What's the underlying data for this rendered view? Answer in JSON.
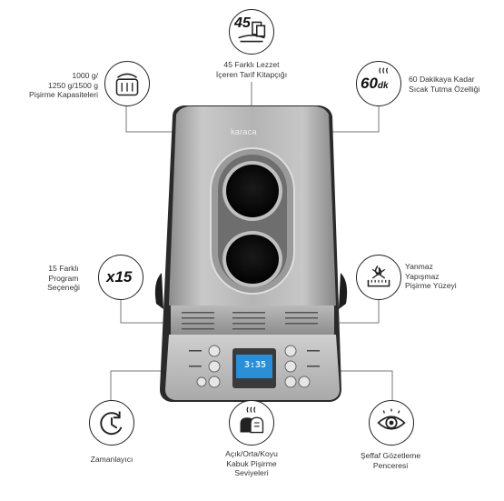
{
  "product": {
    "brand": "karaca",
    "display_value": "3:35"
  },
  "features": {
    "capacity": {
      "lines": [
        "1000 g/",
        "1250 g/1500 g",
        "Pişirme Kapasiteleri"
      ],
      "icon": "bread-pan-icon"
    },
    "recipes": {
      "badge": "45",
      "lines": [
        "45 Farklı Lezzet",
        "İçeren Tarif Kitapçığı"
      ],
      "icon": "recipe-book-icon"
    },
    "keep_warm": {
      "badge": "60",
      "badge_unit": "dk",
      "lines": [
        "60 Dakikaya Kadar",
        "Sıcak Tutma Özelliği"
      ],
      "icon": "keep-warm-icon"
    },
    "programs": {
      "badge": "x15",
      "lines": [
        "15 Farklı",
        "Program",
        "Seçeneği"
      ],
      "icon": "program-count-icon"
    },
    "nonstick": {
      "lines": [
        "Yanmaz",
        "Yapışmaz",
        "Pişirme Yüzeyi"
      ],
      "icon": "nonstick-pan-icon"
    },
    "timer": {
      "lines": [
        "Zamanlayıcı"
      ],
      "icon": "timer-icon"
    },
    "crust": {
      "lines": [
        "Açık/Orta/Koyu",
        "Kabuk Pişirme",
        "Seviyeleri"
      ],
      "icon": "crust-level-icon"
    },
    "window": {
      "lines": [
        "Şeffaf Gözetleme",
        "Penceresi"
      ],
      "icon": "eye-icon"
    }
  },
  "colors": {
    "line": "#777777",
    "icon": "#222222",
    "steel_light": "#d6d6d6",
    "steel_dark": "#8a8a8a",
    "display_blue": "#2a8fd6"
  }
}
